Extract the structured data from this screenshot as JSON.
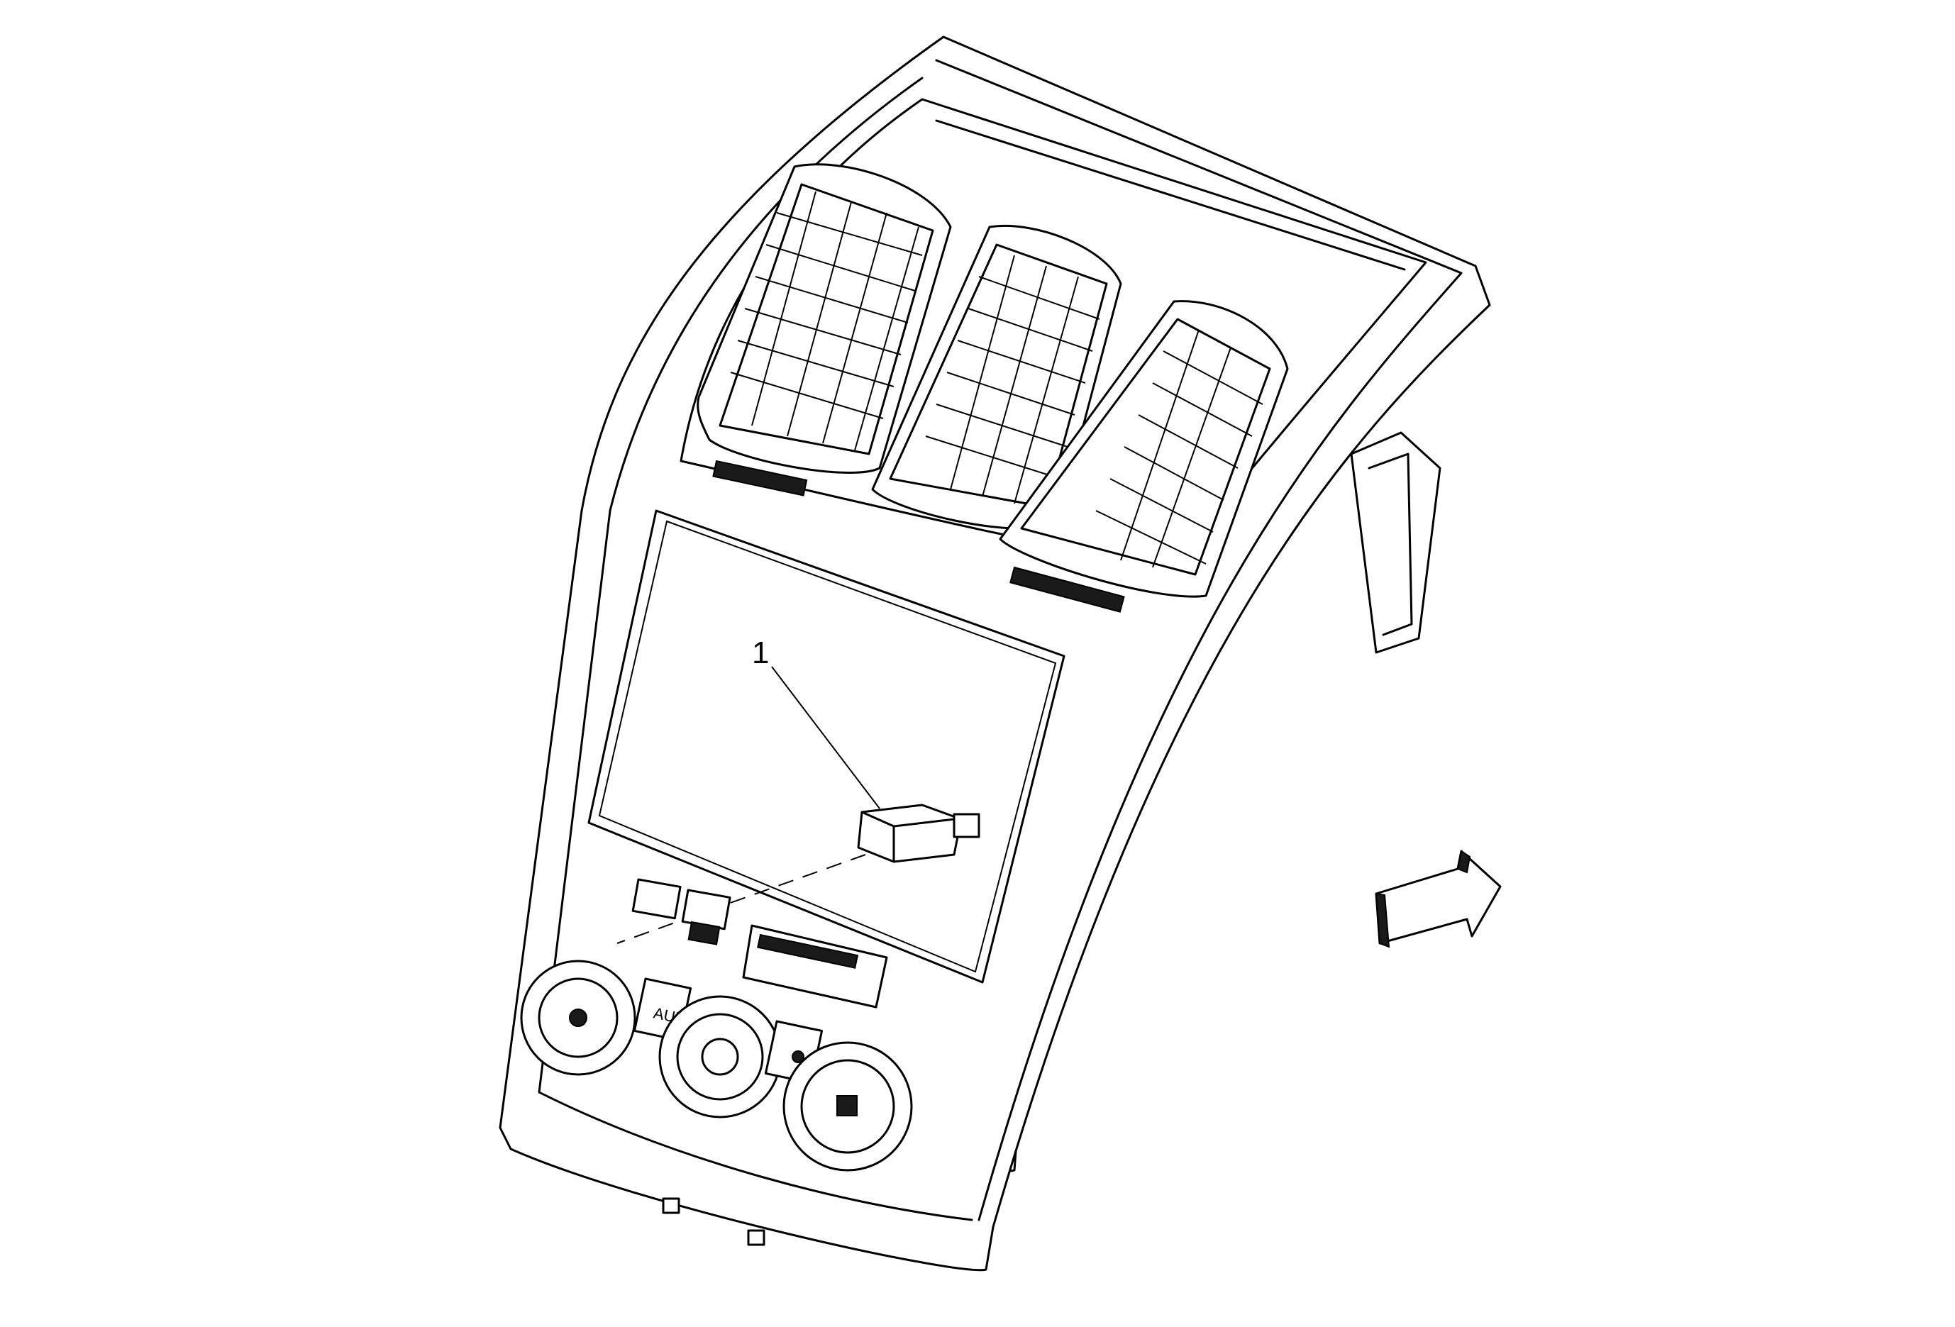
{
  "callouts": [
    {
      "id": "1",
      "label": "1"
    }
  ],
  "panel_labels": {
    "aux_button": "AUX"
  },
  "colors": {
    "line": "#000000",
    "background": "#ffffff",
    "dark_fill": "#1a1a1a"
  },
  "icons": {
    "fan": "fan-icon",
    "recirculation": "recirculation-icon",
    "view_direction": "view-direction-arrow-icon"
  }
}
